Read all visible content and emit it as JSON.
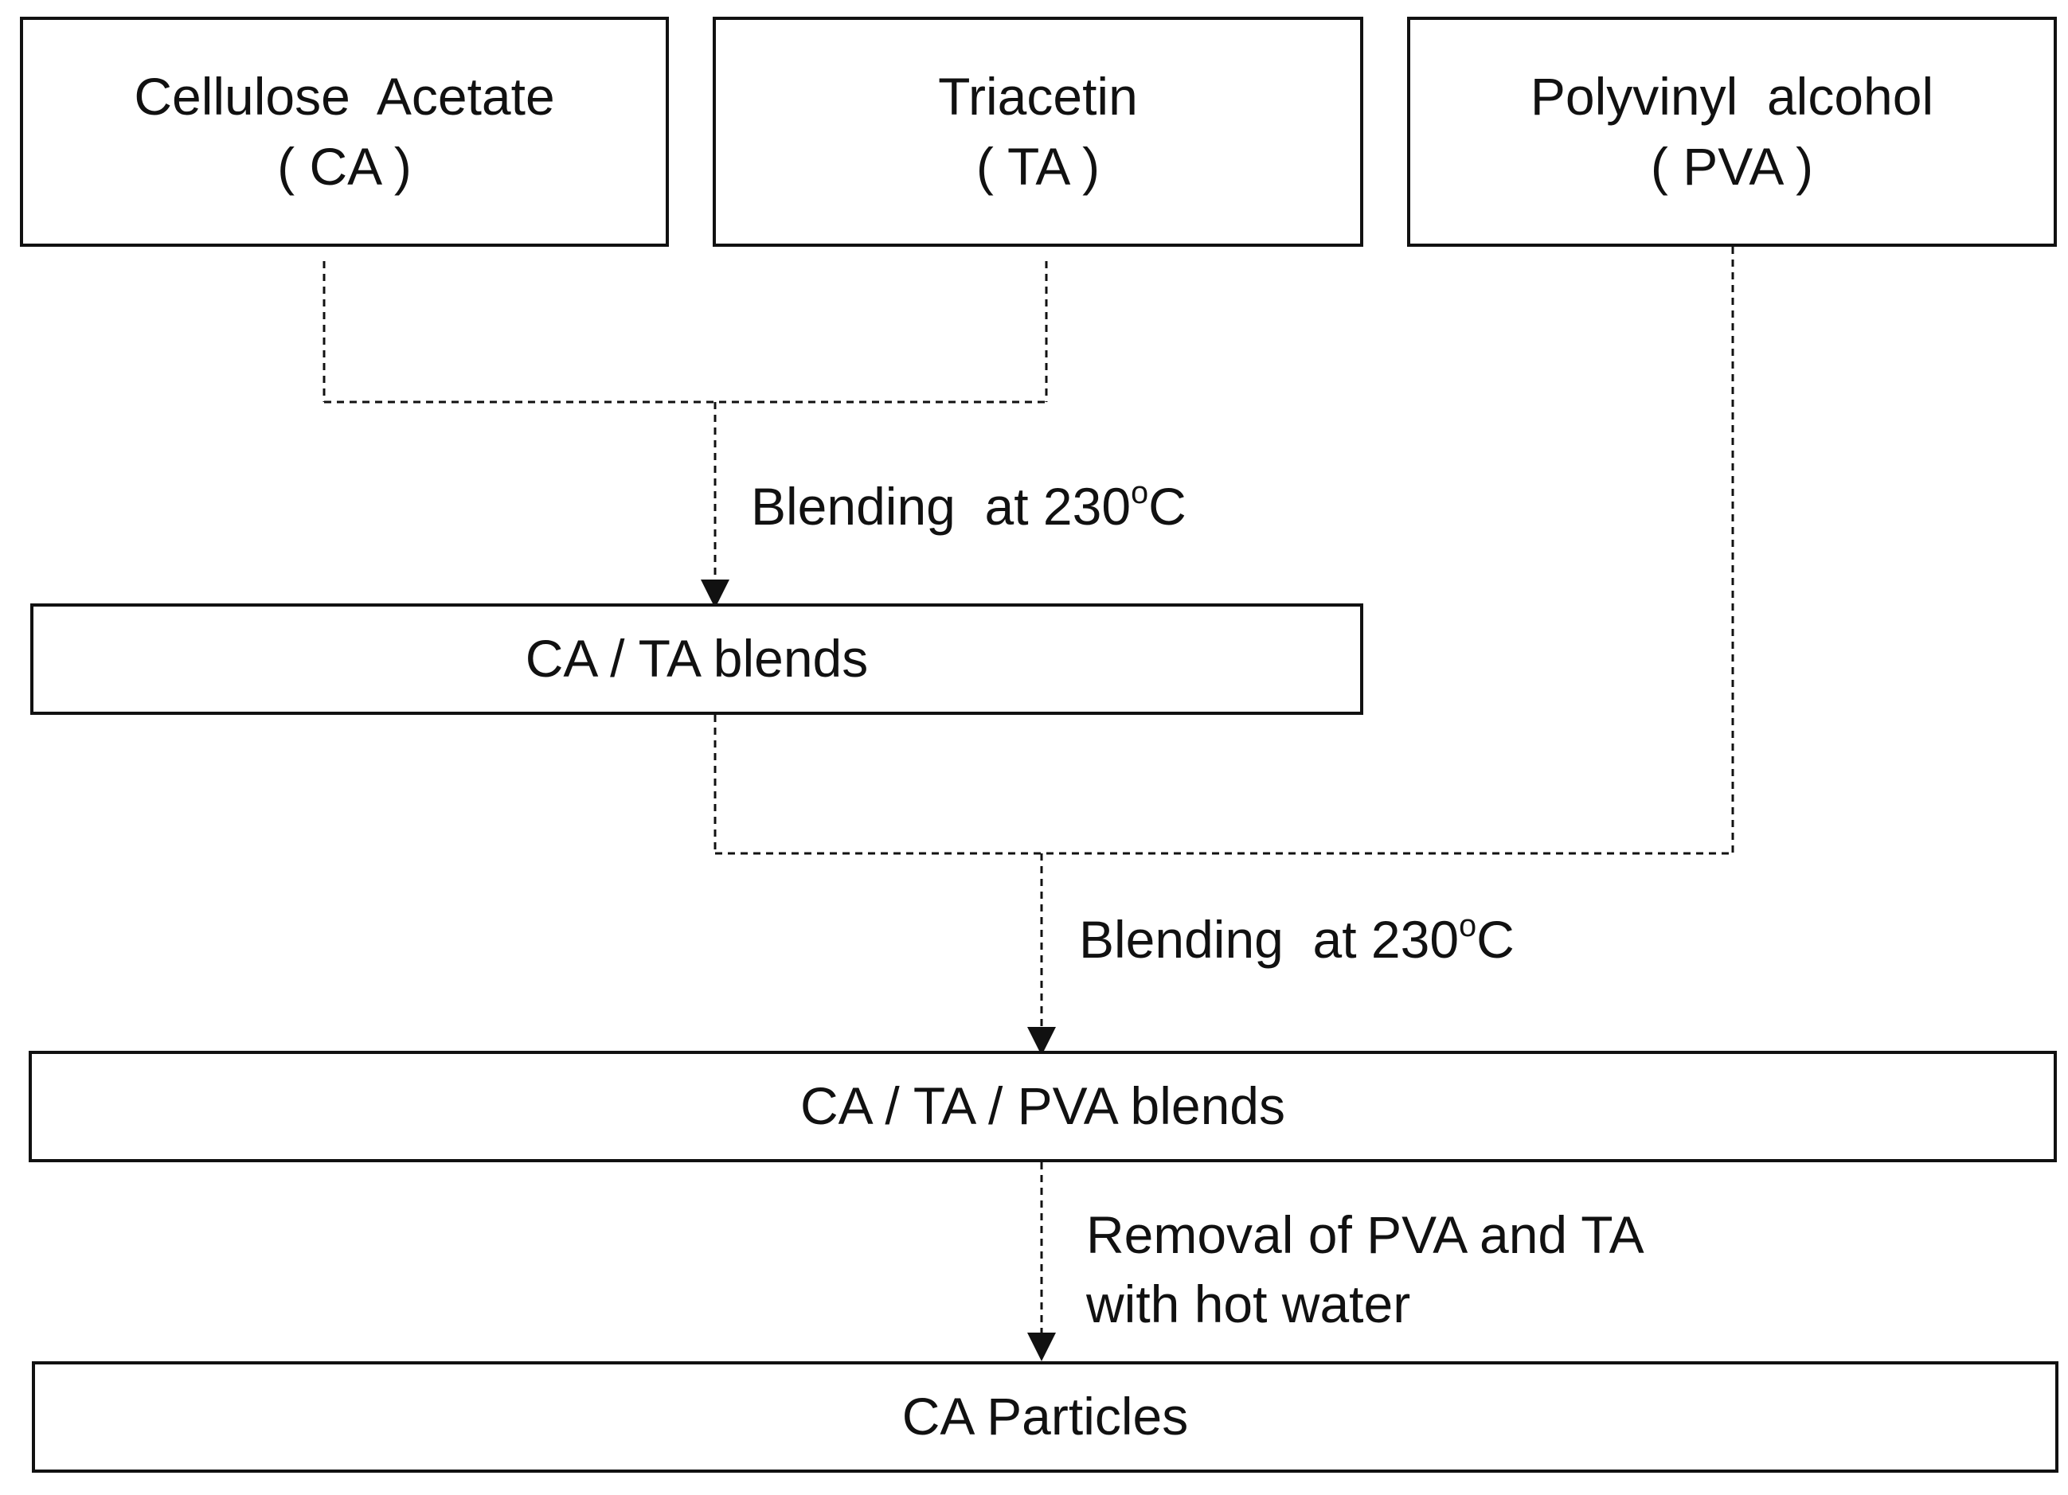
{
  "nodes": {
    "ca": {
      "line1": "Cellulose  Acetate",
      "line2": "( CA )"
    },
    "ta": {
      "line1": "Triacetin",
      "line2": "( TA )"
    },
    "pva": {
      "line1": "Polyvinyl  alcohol",
      "line2": "( PVA )"
    },
    "ca_ta_blends": {
      "label": "CA / TA blends"
    },
    "ca_ta_pva_blends": {
      "label": "CA / TA / PVA blends"
    },
    "ca_particles": {
      "label": "CA Particles"
    }
  },
  "steps": {
    "blend1": {
      "prefix": "Blending  at 230",
      "degree": "o",
      "suffix": "C"
    },
    "blend2": {
      "prefix": "Blending  at 230",
      "degree": "o",
      "suffix": "C"
    },
    "removal": {
      "line1": "Removal of PVA and TA",
      "line2": "with hot water"
    }
  },
  "colors": {
    "line": "#111111",
    "background": "#ffffff"
  }
}
